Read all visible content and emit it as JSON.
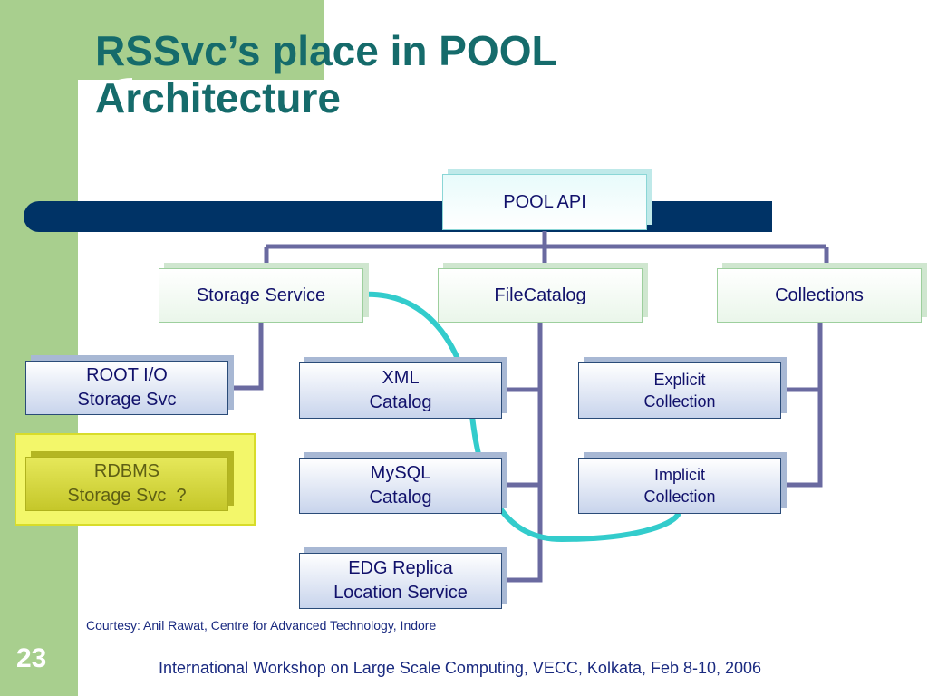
{
  "slide": {
    "title": "RSSvc’s place in POOL Architecture",
    "page_number": "23",
    "footer": "International Workshop on Large Scale Computing, VECC, Kolkata, Feb 8-10, 2006",
    "courtesy": "Courtesy: Anil Rawat, Centre for Advanced Technology, Indore"
  },
  "diagram": {
    "root": "POOL API",
    "level1": {
      "storage": "Storage Service",
      "filecatalog": "FileCatalog",
      "collections": "Collections"
    },
    "storage_children": {
      "root_io": [
        "ROOT I/O",
        "Storage Svc"
      ],
      "rdbms": [
        "RDBMS",
        "Storage Svc  ?"
      ]
    },
    "filecatalog_children": {
      "xml": [
        "XML",
        "Catalog"
      ],
      "mysql": [
        "MySQL",
        "Catalog"
      ],
      "edg": [
        "EDG Replica",
        "Location Service"
      ]
    },
    "collections_children": {
      "explicit": [
        "Explicit",
        "Collection"
      ],
      "implicit": [
        "Implicit",
        "Collection"
      ]
    }
  },
  "colors": {
    "title": "#156b6b",
    "sidebar": "#a8cf8e",
    "bar": "#003366",
    "connector": "#6a6aa0",
    "relation_curve": "#33cccc",
    "highlight": "#f3f76a"
  }
}
